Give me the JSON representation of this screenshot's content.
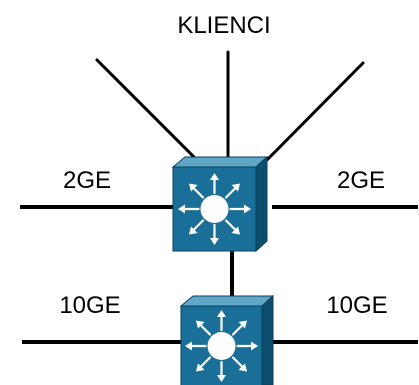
{
  "diagram": {
    "top_label": "KLIENCI",
    "upper_link_left": "2GE",
    "upper_link_right": "2GE",
    "lower_link_left": "10GE",
    "lower_link_right": "10GE"
  },
  "colors": {
    "switch_front": "#1a6f99",
    "switch_top": "#5fa6c9",
    "switch_side": "#0d4d6e",
    "line": "#000000",
    "symbol": "#ffffff"
  },
  "icons": {
    "upper_switch": "layer3-switch-icon",
    "lower_switch": "layer3-switch-icon"
  }
}
